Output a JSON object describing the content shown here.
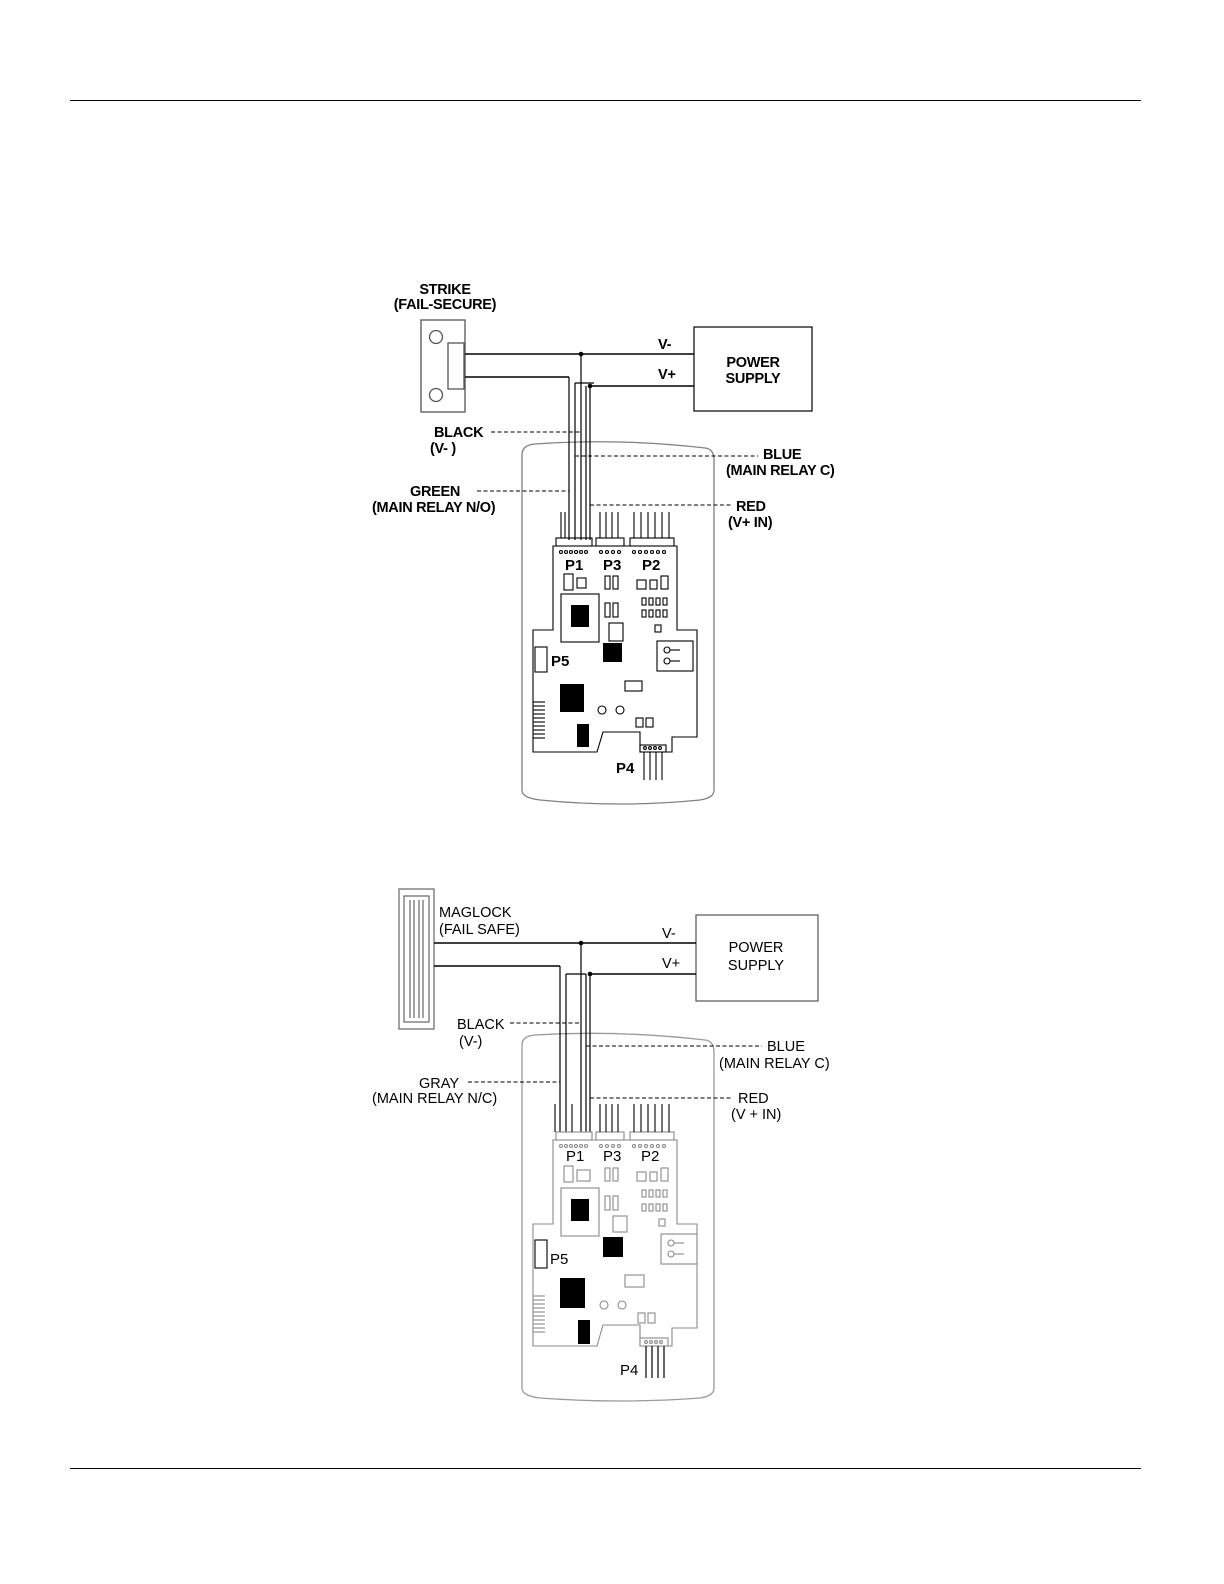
{
  "diagrams": [
    {
      "id": "strike",
      "device": {
        "title": "STRIKE",
        "subtitle": "(FAIL-SECURE)"
      },
      "power_supply": {
        "line1": "POWER",
        "line2": "SUPPLY"
      },
      "rails": {
        "negative": "V-",
        "positive": "V+"
      },
      "wires": [
        {
          "color_label": "BLACK",
          "function_label": "(V- )"
        },
        {
          "color_label": "BLUE",
          "function_label": "(MAIN RELAY C)"
        },
        {
          "color_label": "GREEN",
          "function_label": "(MAIN RELAY N/O)"
        },
        {
          "color_label": "RED",
          "function_label": "(V+ IN)"
        }
      ],
      "connectors": {
        "p1": "P1",
        "p2": "P2",
        "p3": "P3",
        "p4": "P4",
        "p5": "P5"
      }
    },
    {
      "id": "maglock",
      "device": {
        "title": "MAGLOCK",
        "subtitle": "(FAIL SAFE)"
      },
      "power_supply": {
        "line1": "POWER",
        "line2": "SUPPLY"
      },
      "rails": {
        "negative": "V-",
        "positive": "V+"
      },
      "wires": [
        {
          "color_label": "BLACK",
          "function_label": "(V-)"
        },
        {
          "color_label": "BLUE",
          "function_label": "(MAIN RELAY C)"
        },
        {
          "color_label": "GRAY",
          "function_label": "(MAIN RELAY N/C)"
        },
        {
          "color_label": "RED",
          "function_label": "(V + IN)"
        }
      ],
      "connectors": {
        "p1": "P1",
        "p2": "P2",
        "p3": "P3",
        "p4": "P4",
        "p5": "P5"
      }
    }
  ],
  "colors": {
    "ink": "#000000",
    "reader_outline": "#808080",
    "board_faded": "#9a9a9a"
  }
}
